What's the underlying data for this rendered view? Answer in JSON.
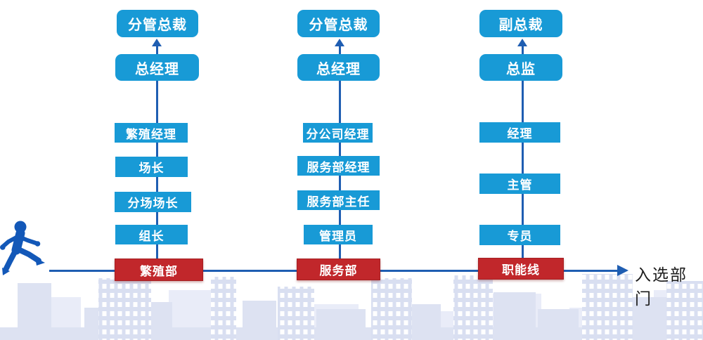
{
  "diagram": {
    "axis_label": "入选部门",
    "columns": [
      {
        "top": [
          "分管总裁",
          "总经理"
        ],
        "middle": [
          "繁殖经理",
          "场长",
          "分场场长",
          "组长"
        ],
        "base": "繁殖部"
      },
      {
        "top": [
          "分管总裁",
          "总经理"
        ],
        "middle": [
          "分公司经理",
          "服务部经理",
          "服务部主任",
          "管理员"
        ],
        "base": "服务部"
      },
      {
        "top": [
          "副总裁",
          "总监"
        ],
        "middle": [
          "经理",
          "主管",
          "专员"
        ],
        "base": "职能线"
      }
    ]
  },
  "colors": {
    "level_box_blue": "#189ad6",
    "base_box_red": "#c1272b",
    "connector_blue": "#1f5eb2",
    "person_blue": "#1358b8",
    "skyline_lavender": "#dde2f2",
    "box_text": "#ffffff",
    "axis_label_text": "#1b1b1b"
  },
  "icons": {
    "person": "running-person",
    "background": "city-skyline"
  }
}
